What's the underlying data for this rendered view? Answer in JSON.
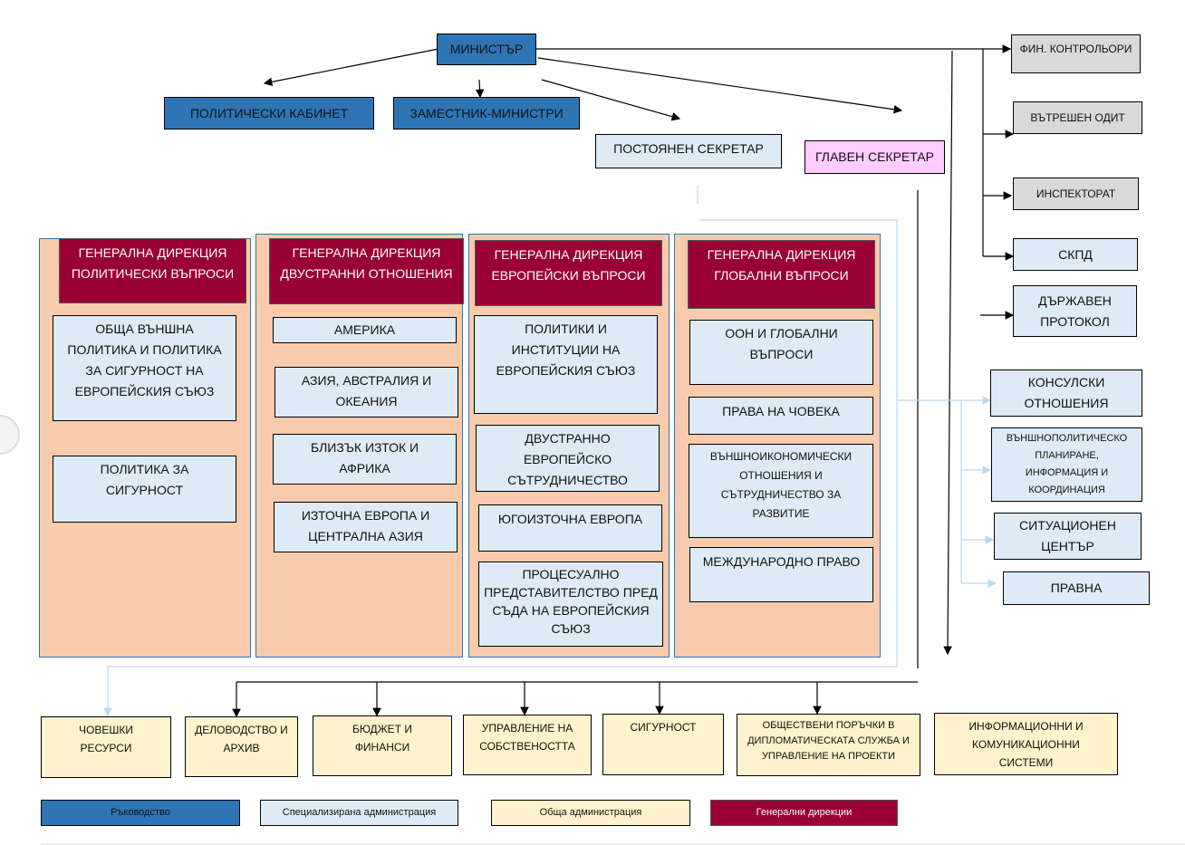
{
  "leadership": {
    "minister": "МИНИСТЪР",
    "political_cabinet": "ПОЛИТИЧЕСКИ КАБИНЕТ",
    "deputy_ministers": "ЗАМЕСТНИК-МИНИСТРИ",
    "permanent_secretary": "ПОСТОЯНЕН СЕКРЕТАР",
    "general_secretary": "ГЛАВЕН СЕКРЕТАР"
  },
  "right_units": [
    "ФИН. КОНТРОЛЬОРИ",
    "ВЪТРЕШЕН ОДИТ",
    "ИНСПЕКТОРАТ",
    "СКПД",
    "ДЪРЖАВЕН ПРОТОКОЛ"
  ],
  "specialized_right": [
    "КОНСУЛСКИ ОТНОШЕНИЯ",
    "ВЪНШНОПОЛИТИЧЕСКО ПЛАНИРАНЕ, ИНФОРМАЦИЯ И КООРДИНАЦИЯ",
    "СИТУАЦИОНЕН ЦЕНТЪР",
    "ПРАВНА"
  ],
  "directorates": [
    {
      "title": "ГЕНЕРАЛНА ДИРЕКЦИЯ ПОЛИТИЧЕСКИ ВЪПРОСИ",
      "units": [
        "ОБЩА ВЪНШНА ПОЛИТИКА И ПОЛИТИКА ЗА СИГУРНОСТ НА ЕВРОПЕЙСКИЯ СЪЮЗ",
        "ПОЛИТИКА ЗА СИГУРНОСТ"
      ]
    },
    {
      "title": "ГЕНЕРАЛНА ДИРЕКЦИЯ ДВУСТРАННИ ОТНОШЕНИЯ",
      "units": [
        "АМЕРИКА",
        "АЗИЯ, АВСТРАЛИЯ И ОКЕАНИЯ",
        "БЛИЗЪК ИЗТОК И АФРИКА",
        "ИЗТОЧНА ЕВРОПА И ЦЕНТРАЛНА АЗИЯ"
      ]
    },
    {
      "title": "ГЕНЕРАЛНА ДИРЕКЦИЯ ЕВРОПЕЙСКИ ВЪПРОСИ",
      "units": [
        "ПОЛИТИКИ И ИНСТИТУЦИИ НА ЕВРОПЕЙСКИЯ СЪЮЗ",
        "ДВУСТРАННО ЕВРОПЕЙСКО СЪТРУДНИЧЕСТВО",
        "ЮГОИЗТОЧНА ЕВРОПА",
        "ПРОЦЕСУАЛНО ПРЕДСТАВИТЕЛСТВО ПРЕД СЪДА НА ЕВРОПЕЙСКИЯ СЪЮЗ"
      ]
    },
    {
      "title": "ГЕНЕРАЛНА ДИРЕКЦИЯ ГЛОБАЛНИ ВЪПРОСИ",
      "units": [
        "ООН И ГЛОБАЛНИ ВЪПРОСИ",
        "ПРАВА НА ЧОВЕКА",
        "ВЪНШНОИКОНОМИЧЕСКИ ОТНОШЕНИЯ И СЪТРУДНИЧЕСТВО ЗА РАЗВИТИЕ",
        "МЕЖДУНАРОДНО ПРАВО"
      ]
    }
  ],
  "general_admin": [
    "ЧОВЕШКИ РЕСУРСИ",
    "ДЕЛОВОДСТВО И АРХИВ",
    "БЮДЖЕТ И ФИНАНСИ",
    "УПРАВЛЕНИЕ НА СОБСТВЕНОСТТА",
    "СИГУРНОСТ",
    "ОБЩЕСТВЕНИ ПОРЪЧКИ В ДИПЛОМАТИЧЕСКАТА СЛУЖБА И УПРАВЛЕНИЕ НА ПРОЕКТИ",
    "ИНФОРМАЦИОННИ И КОМУНИКАЦИОННИ СИСТЕМИ"
  ],
  "legend": [
    {
      "label": "Ръководство",
      "color": "#2e75b6"
    },
    {
      "label": "Специализирана администрация",
      "color": "#deebf7"
    },
    {
      "label": "Обща администрация",
      "color": "#fff2cc"
    },
    {
      "label": "Генерални дирекции",
      "color": "#990033"
    }
  ]
}
